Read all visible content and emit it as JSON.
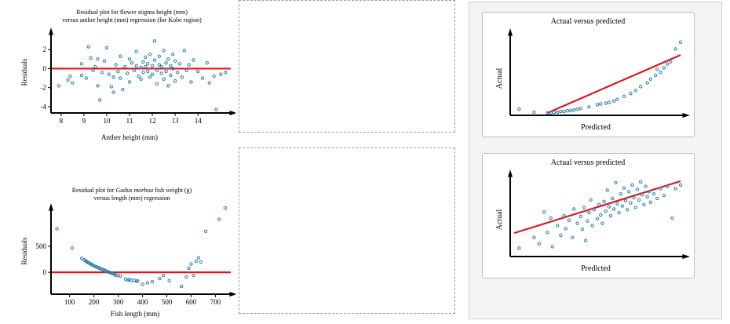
{
  "plot1": {
    "title_lines": [
      "Residual plot for flower stigma height (mm)",
      "versus anther height (mm) regression (for Kobe region)"
    ],
    "xlabel": "Anther height (mm)",
    "ylabel": "Residuals",
    "xticks": [
      "8",
      "9",
      "10",
      "11",
      "12",
      "13",
      "14"
    ],
    "yticks": [
      "2",
      "0",
      "-2",
      "-4"
    ]
  },
  "plot2": {
    "title_pre": "Residual plot for ",
    "title_italic": "Gadus morhua",
    "title_post": " fish weight (g)",
    "title_line2": "versus length (mm) regression",
    "xlabel": "Fish length (mm)",
    "ylabel": "Residuals",
    "xticks": [
      "100",
      "200",
      "300",
      "400",
      "500",
      "600",
      "700"
    ],
    "yticks": [
      "500",
      "0"
    ]
  },
  "card1": {
    "title": "Actual versus predicted",
    "xlabel": "Predicted",
    "ylabel": "Actual"
  },
  "card2": {
    "title": "Actual versus predicted",
    "xlabel": "Predicted",
    "ylabel": "Actual"
  },
  "colors": {
    "point": "#2a7fa8",
    "line": "#e0161d",
    "axis": "#000000"
  },
  "chart_data": [
    {
      "type": "scatter",
      "xlim": [
        7.8,
        15.3
      ],
      "ylim": [
        -4.5,
        3.5
      ],
      "reference_line_y": 0,
      "points": [
        [
          7.9,
          -1.8
        ],
        [
          8.3,
          -1.2
        ],
        [
          8.4,
          -0.8
        ],
        [
          8.5,
          -1.5
        ],
        [
          8.9,
          0.5
        ],
        [
          8.9,
          -0.7
        ],
        [
          9.1,
          -1.0
        ],
        [
          9.2,
          2.3
        ],
        [
          9.3,
          1.1
        ],
        [
          9.4,
          -0.2
        ],
        [
          9.5,
          0.2
        ],
        [
          9.6,
          1.0
        ],
        [
          9.6,
          -1.8
        ],
        [
          9.7,
          -3.3
        ],
        [
          9.8,
          -0.4
        ],
        [
          9.9,
          0.8
        ],
        [
          10.0,
          2.2
        ],
        [
          10.1,
          -0.6
        ],
        [
          10.2,
          -1.9
        ],
        [
          10.3,
          -2.5
        ],
        [
          10.3,
          -0.9
        ],
        [
          10.4,
          0.4
        ],
        [
          10.5,
          -0.3
        ],
        [
          10.6,
          1.3
        ],
        [
          10.6,
          -1.0
        ],
        [
          10.7,
          -2.2
        ],
        [
          10.8,
          0.2
        ],
        [
          10.9,
          -0.5
        ],
        [
          11.0,
          1.0
        ],
        [
          11.0,
          -1.4
        ],
        [
          11.1,
          0.6
        ],
        [
          11.2,
          -0.2
        ],
        [
          11.3,
          0.3
        ],
        [
          11.3,
          1.8
        ],
        [
          11.4,
          -0.8
        ],
        [
          11.5,
          0.1
        ],
        [
          11.5,
          -1.1
        ],
        [
          11.6,
          0.7
        ],
        [
          11.6,
          -0.4
        ],
        [
          11.7,
          0.2
        ],
        [
          11.7,
          1.2
        ],
        [
          11.8,
          -0.3
        ],
        [
          11.8,
          0.5
        ],
        [
          11.9,
          -0.9
        ],
        [
          11.9,
          1.5
        ],
        [
          12.0,
          0.3
        ],
        [
          12.0,
          -0.6
        ],
        [
          12.1,
          2.9
        ],
        [
          12.1,
          0.9
        ],
        [
          12.2,
          -0.2
        ],
        [
          12.2,
          -1.6
        ],
        [
          12.3,
          0.4
        ],
        [
          12.3,
          1.3
        ],
        [
          12.4,
          -0.5
        ],
        [
          12.4,
          0.2
        ],
        [
          12.5,
          1.9
        ],
        [
          12.5,
          -1.1
        ],
        [
          12.6,
          0.6
        ],
        [
          12.6,
          -0.3
        ],
        [
          12.7,
          1.0
        ],
        [
          12.7,
          -1.8
        ],
        [
          12.8,
          0.3
        ],
        [
          12.8,
          -0.7
        ],
        [
          12.9,
          1.5
        ],
        [
          12.9,
          0.0
        ],
        [
          13.0,
          -1.3
        ],
        [
          13.0,
          0.8
        ],
        [
          13.1,
          -0.4
        ],
        [
          13.2,
          0.5
        ],
        [
          13.3,
          -0.9
        ],
        [
          13.4,
          1.9
        ],
        [
          13.5,
          -0.2
        ],
        [
          13.6,
          0.4
        ],
        [
          13.7,
          -1.4
        ],
        [
          13.8,
          0.9
        ],
        [
          14.0,
          -0.3
        ],
        [
          14.2,
          -1.0
        ],
        [
          14.4,
          0.6
        ],
        [
          14.5,
          -1.5
        ],
        [
          14.7,
          -0.8
        ],
        [
          14.8,
          -4.3
        ],
        [
          15.0,
          -0.6
        ],
        [
          15.2,
          -0.4
        ]
      ]
    },
    {
      "type": "scatter",
      "xlim": [
        30,
        750
      ],
      "ylim": [
        -330,
        1180
      ],
      "reference_line_y": 0,
      "points": [
        [
          48,
          840
        ],
        [
          110,
          470
        ],
        [
          150,
          270
        ],
        [
          160,
          240
        ],
        [
          165,
          220
        ],
        [
          170,
          210
        ],
        [
          175,
          190
        ],
        [
          180,
          180
        ],
        [
          185,
          165
        ],
        [
          190,
          150
        ],
        [
          195,
          140
        ],
        [
          200,
          125
        ],
        [
          205,
          115
        ],
        [
          210,
          105
        ],
        [
          215,
          95
        ],
        [
          220,
          85
        ],
        [
          225,
          75
        ],
        [
          230,
          65
        ],
        [
          235,
          55
        ],
        [
          240,
          45
        ],
        [
          245,
          35
        ],
        [
          250,
          25
        ],
        [
          255,
          15
        ],
        [
          260,
          5
        ],
        [
          265,
          0
        ],
        [
          270,
          -10
        ],
        [
          275,
          -20
        ],
        [
          280,
          -30
        ],
        [
          285,
          -40
        ],
        [
          290,
          -55
        ],
        [
          300,
          -65
        ],
        [
          310,
          -70
        ],
        [
          330,
          -130
        ],
        [
          340,
          -150
        ],
        [
          345,
          -140
        ],
        [
          355,
          -160
        ],
        [
          365,
          -150
        ],
        [
          375,
          -170
        ],
        [
          380,
          -165
        ],
        [
          400,
          -230
        ],
        [
          420,
          -200
        ],
        [
          440,
          -180
        ],
        [
          470,
          -120
        ],
        [
          485,
          -60
        ],
        [
          510,
          -160
        ],
        [
          560,
          -270
        ],
        [
          580,
          -90
        ],
        [
          590,
          80
        ],
        [
          600,
          160
        ],
        [
          610,
          -60
        ],
        [
          620,
          210
        ],
        [
          630,
          280
        ],
        [
          640,
          200
        ],
        [
          660,
          790
        ],
        [
          715,
          1020
        ],
        [
          740,
          1240
        ]
      ]
    },
    {
      "type": "scatter",
      "xlim": [
        0,
        1
      ],
      "ylim": [
        0,
        1
      ],
      "fit_line": [
        [
          0.2,
          0.0
        ],
        [
          1.0,
          0.77
        ]
      ],
      "points": [
        [
          0.03,
          0.05
        ],
        [
          0.12,
          0.01
        ],
        [
          0.2,
          0.0
        ],
        [
          0.22,
          0.0
        ],
        [
          0.24,
          0.01
        ],
        [
          0.26,
          0.01
        ],
        [
          0.28,
          0.02
        ],
        [
          0.3,
          0.02
        ],
        [
          0.32,
          0.03
        ],
        [
          0.34,
          0.03
        ],
        [
          0.36,
          0.04
        ],
        [
          0.38,
          0.05
        ],
        [
          0.4,
          0.06
        ],
        [
          0.45,
          0.08
        ],
        [
          0.5,
          0.11
        ],
        [
          0.52,
          0.12
        ],
        [
          0.55,
          0.13
        ],
        [
          0.57,
          0.14
        ],
        [
          0.6,
          0.16
        ],
        [
          0.62,
          0.18
        ],
        [
          0.66,
          0.22
        ],
        [
          0.7,
          0.26
        ],
        [
          0.73,
          0.3
        ],
        [
          0.76,
          0.35
        ],
        [
          0.8,
          0.4
        ],
        [
          0.82,
          0.45
        ],
        [
          0.85,
          0.5
        ],
        [
          0.86,
          0.58
        ],
        [
          0.88,
          0.54
        ],
        [
          0.9,
          0.6
        ],
        [
          0.92,
          0.65
        ],
        [
          0.94,
          0.68
        ],
        [
          0.97,
          0.85
        ],
        [
          1.0,
          0.94
        ]
      ]
    },
    {
      "type": "scatter",
      "xlim": [
        0,
        1
      ],
      "ylim": [
        0,
        1
      ],
      "fit_line": [
        [
          0.0,
          0.28
        ],
        [
          1.0,
          0.97
        ]
      ],
      "points": [
        [
          0.03,
          0.08
        ],
        [
          0.12,
          0.22
        ],
        [
          0.15,
          0.14
        ],
        [
          0.18,
          0.56
        ],
        [
          0.2,
          0.29
        ],
        [
          0.22,
          0.48
        ],
        [
          0.23,
          0.1
        ],
        [
          0.26,
          0.38
        ],
        [
          0.28,
          0.25
        ],
        [
          0.3,
          0.51
        ],
        [
          0.31,
          0.34
        ],
        [
          0.33,
          0.45
        ],
        [
          0.35,
          0.22
        ],
        [
          0.36,
          0.6
        ],
        [
          0.38,
          0.41
        ],
        [
          0.4,
          0.5
        ],
        [
          0.41,
          0.33
        ],
        [
          0.42,
          0.62
        ],
        [
          0.43,
          0.18
        ],
        [
          0.44,
          0.44
        ],
        [
          0.45,
          0.55
        ],
        [
          0.46,
          0.72
        ],
        [
          0.47,
          0.38
        ],
        [
          0.48,
          0.59
        ],
        [
          0.5,
          0.47
        ],
        [
          0.51,
          0.66
        ],
        [
          0.52,
          0.52
        ],
        [
          0.53,
          0.41
        ],
        [
          0.54,
          0.7
        ],
        [
          0.55,
          0.57
        ],
        [
          0.56,
          0.85
        ],
        [
          0.57,
          0.63
        ],
        [
          0.58,
          0.51
        ],
        [
          0.59,
          0.74
        ],
        [
          0.6,
          0.6
        ],
        [
          0.61,
          0.95
        ],
        [
          0.62,
          0.67
        ],
        [
          0.63,
          0.55
        ],
        [
          0.64,
          0.8
        ],
        [
          0.65,
          0.64
        ],
        [
          0.66,
          0.88
        ],
        [
          0.67,
          0.71
        ],
        [
          0.68,
          0.59
        ],
        [
          0.69,
          0.83
        ],
        [
          0.7,
          0.68
        ],
        [
          0.71,
          0.92
        ],
        [
          0.72,
          0.75
        ],
        [
          0.73,
          0.62
        ],
        [
          0.74,
          0.86
        ],
        [
          0.75,
          0.72
        ],
        [
          0.76,
          0.96
        ],
        [
          0.77,
          0.79
        ],
        [
          0.78,
          0.66
        ],
        [
          0.79,
          0.9
        ],
        [
          0.8,
          0.76
        ],
        [
          0.81,
          0.83
        ],
        [
          0.82,
          0.69
        ],
        [
          0.84,
          0.8
        ],
        [
          0.86,
          0.74
        ],
        [
          0.88,
          0.87
        ],
        [
          0.9,
          0.78
        ],
        [
          0.92,
          0.9
        ],
        [
          0.95,
          0.48
        ],
        [
          0.97,
          0.87
        ],
        [
          1.0,
          0.92
        ]
      ]
    }
  ]
}
